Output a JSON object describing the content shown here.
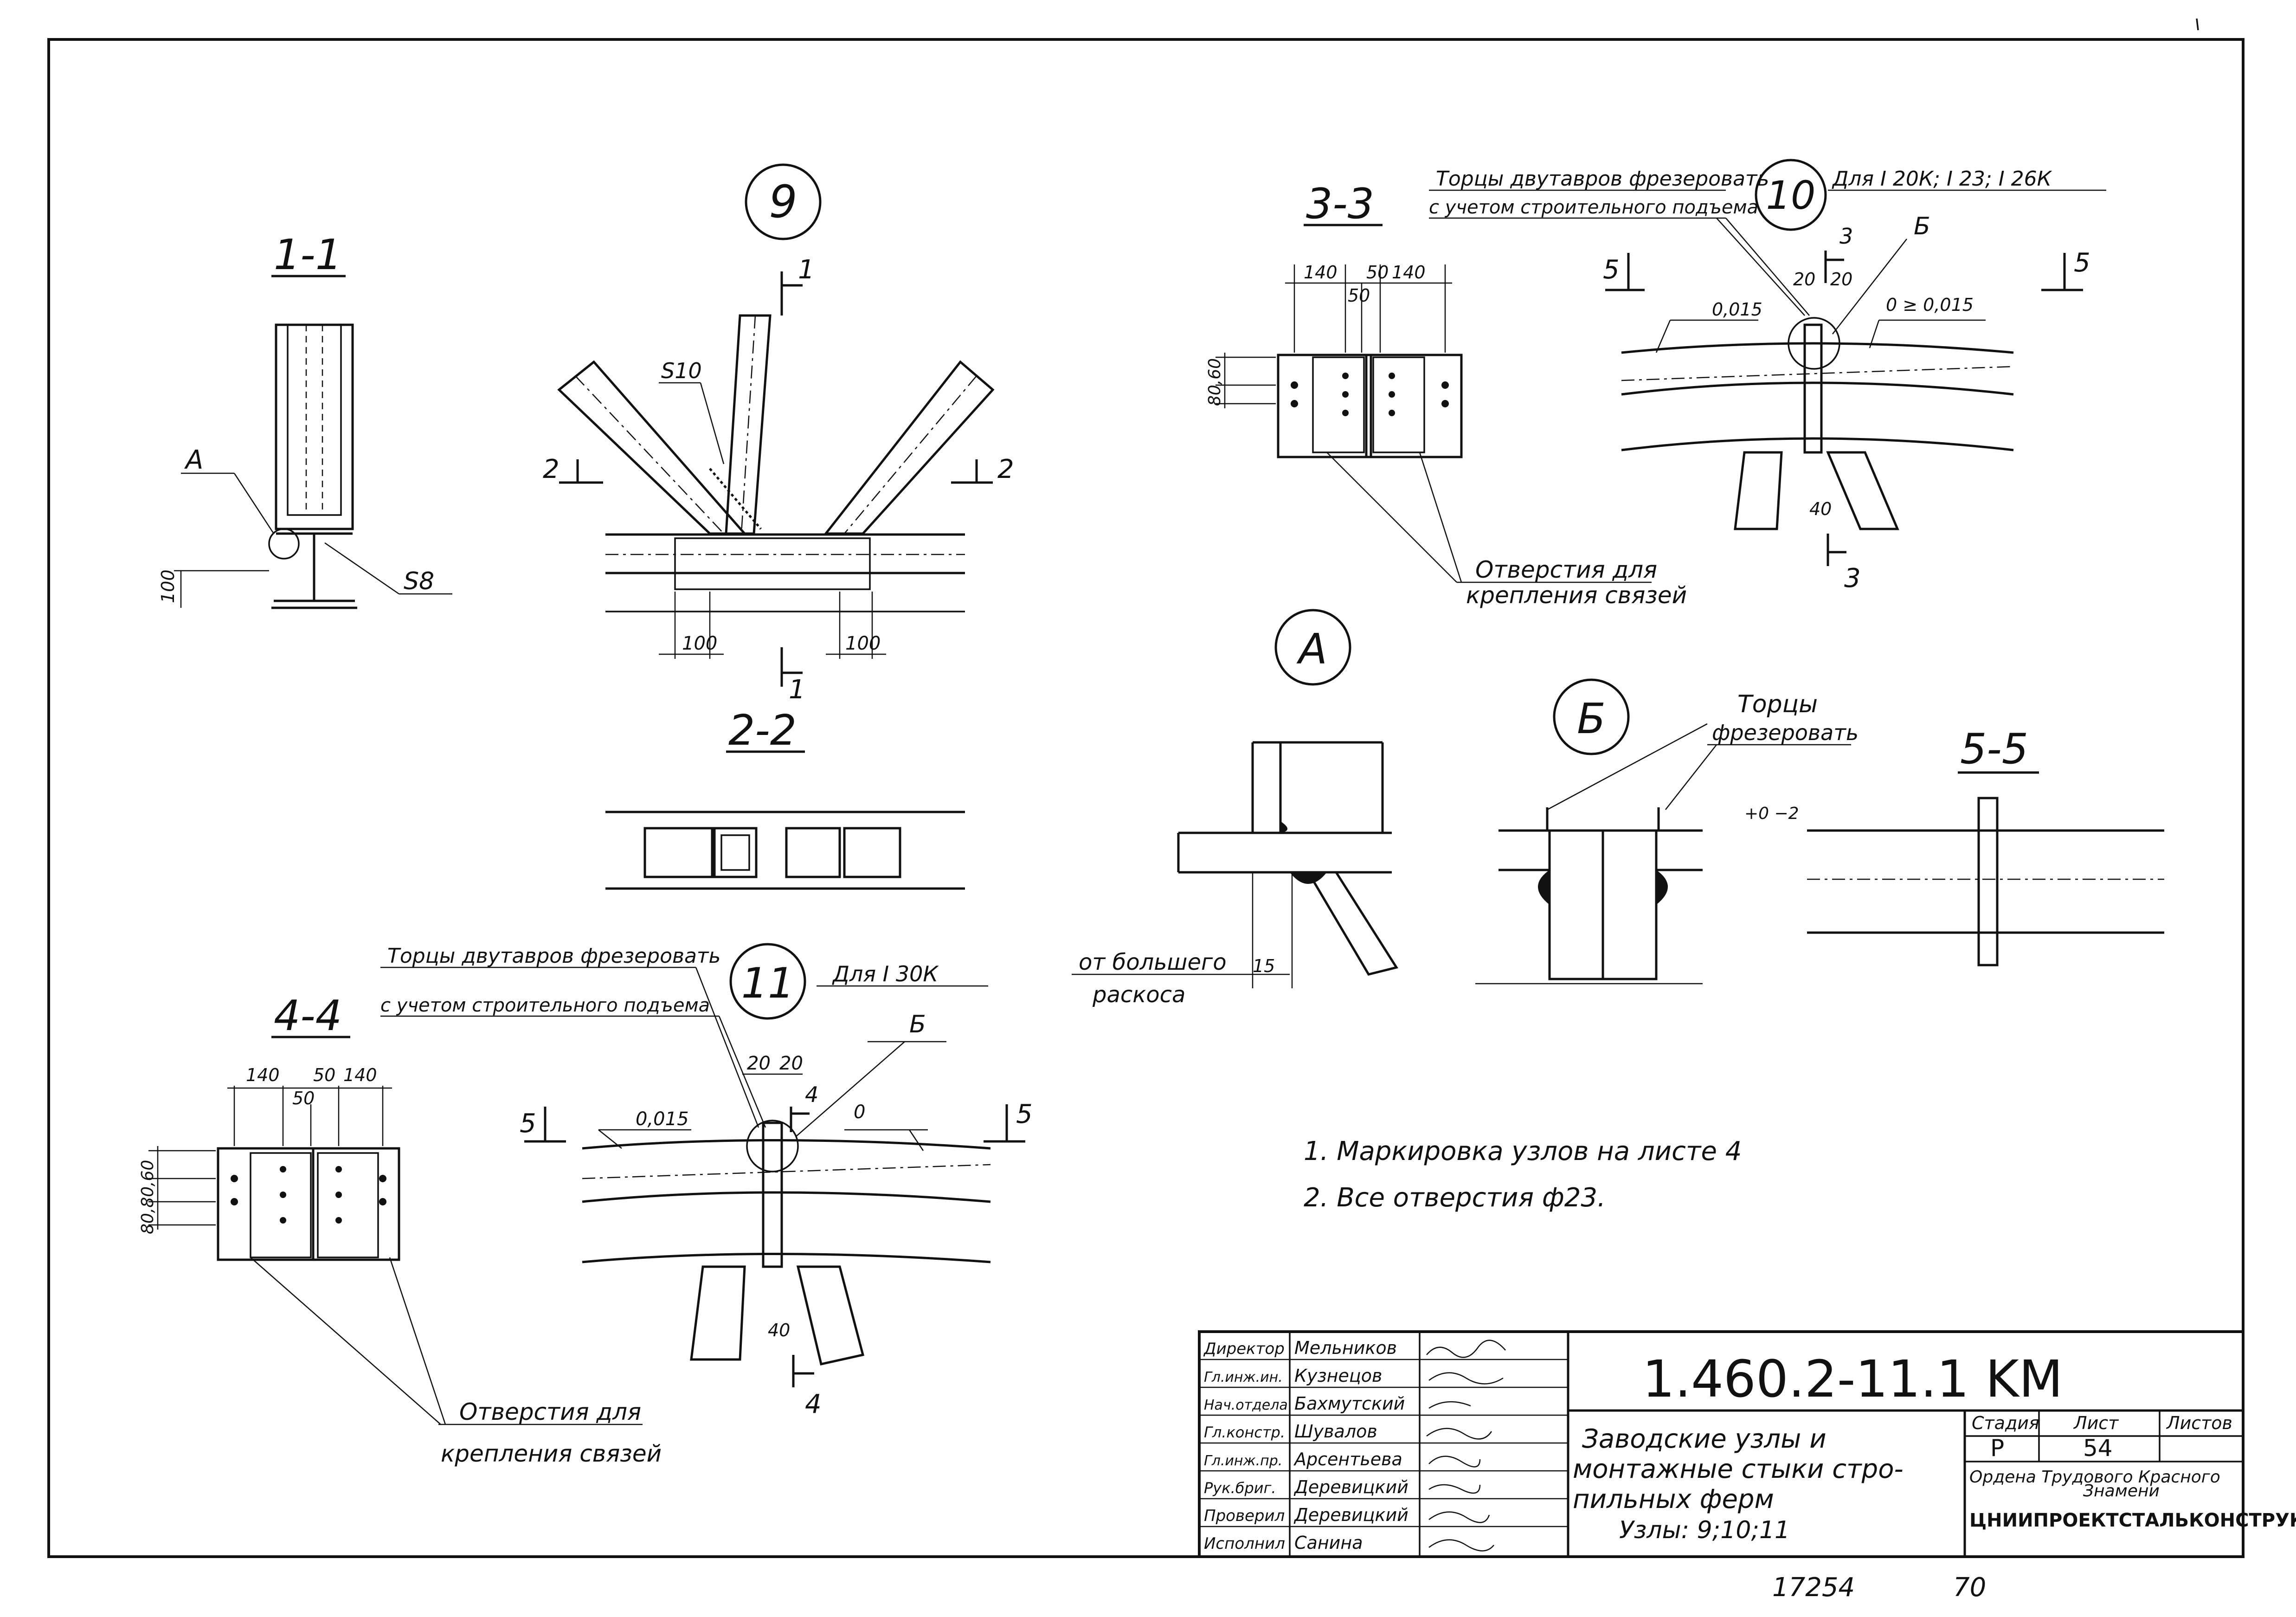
{
  "drawing_code": "1.460.2-11.1 KM",
  "sheet_title": [
    "Заводские узлы и",
    "монтажные стыки стро-",
    "пильных ферм"
  ],
  "nodes_line": "Узлы: 9;10;11",
  "stage_header": "Стадия",
  "sheet_header": "Лист",
  "sheets_header": "Листов",
  "stage_value": "Р",
  "sheet_value": "54",
  "sheets_value": "",
  "org_line1": "Ордена Трудового Красного",
  "org_line2": "Знамени",
  "org_name": "ЦНИИПРОЕКТСТАЛЬКОНСТРУКЦИЯ",
  "signatures": [
    {
      "role": "Директор",
      "name": "Мельников"
    },
    {
      "role": "Гл.инж.ин.",
      "name": "Кузнецов"
    },
    {
      "role": "Нач.отдела",
      "name": "Бахмутский"
    },
    {
      "role": "Гл.констр.",
      "name": "Шувалов"
    },
    {
      "role": "Гл.инж.пр.",
      "name": "Арсентьева"
    },
    {
      "role": "Рук.бриг.",
      "name": "Деревицкий"
    },
    {
      "role": "Проверил",
      "name": "Деревицкий"
    },
    {
      "role": "Исполнил",
      "name": "Санина"
    }
  ],
  "notes": [
    "1. Маркировка узлов на листе 4",
    "2. Все отверстия ф23."
  ],
  "bottom_left_number": "17254",
  "bottom_right_number": "70",
  "section_labels": {
    "s11": "1-1",
    "s22": "2-2",
    "s33": "3-3",
    "s44": "4-4",
    "s55": "5-5"
  },
  "node_labels": {
    "n9": "9",
    "n10": "10",
    "n11": "11",
    "nA": "А",
    "nB": "Б"
  },
  "annotations": {
    "node10_top1": "Торцы двутавров фрезеровать",
    "node10_top2": "с учетом строительного подъема",
    "node10_for": "Для I 20К; I 23; I 26К",
    "node11_top1": "Торцы двутавров фрезеровать",
    "node11_top2": "с учетом строительного подъема",
    "node11_for": "Для I 30К",
    "holes1": "Отверстия для",
    "holes2": "крепления связей",
    "holes1b": "Отверстия для",
    "holes2b": "крепления связей",
    "ends1": "Торцы",
    "ends2": "фрезеровать",
    "from_larger1": "от большего",
    "from_larger2": "раскоса",
    "tol": "+0\n−2"
  },
  "dimensions": {
    "s8": "S8",
    "s10": "S10",
    "d100a": "100",
    "d100b": "100",
    "d100c": "100",
    "d140a": "140",
    "d50a": "50",
    "d50b": "50",
    "d140b": "140",
    "d8060": "80,60",
    "d140c": "140",
    "d50c": "50",
    "d50d": "50",
    "d140d": "140",
    "d806060": "80,80,60",
    "d20a": "20",
    "d20b": "20",
    "d40a": "40",
    "d20c": "20",
    "d20d": "20",
    "d40b": "40",
    "slope1": "0,015",
    "slope2": "0 ≥ 0,015",
    "slope3": "0,015",
    "slope4": "0",
    "d15": "15",
    "m1": "1",
    "m2": "2",
    "m3": "3",
    "m4": "4",
    "m5": "5",
    "mA": "А",
    "mB": "Б"
  }
}
